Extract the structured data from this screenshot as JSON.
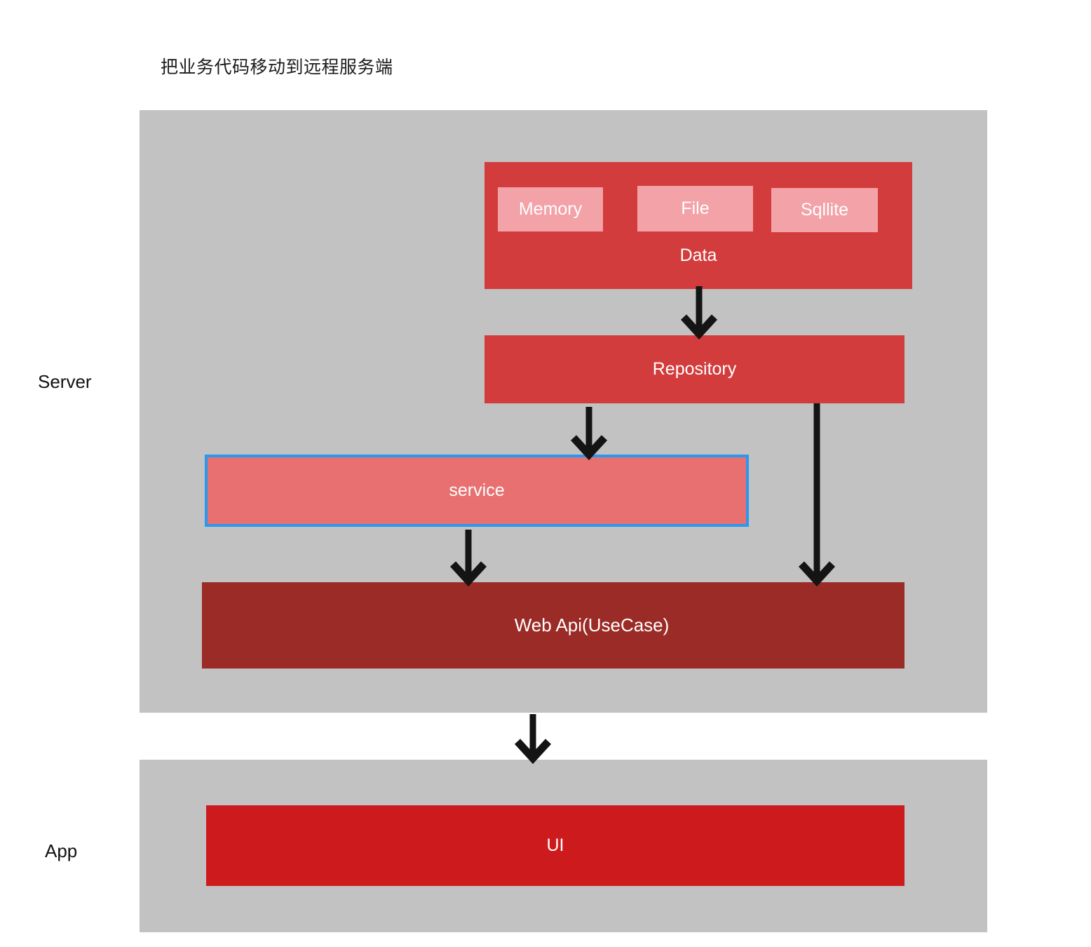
{
  "title": "把业务代码移动到远程服务端",
  "sections": {
    "server": {
      "label": "Server"
    },
    "app": {
      "label": "App"
    }
  },
  "nodes": {
    "data": {
      "label": "Data",
      "children": [
        {
          "label": "Memory"
        },
        {
          "label": "File"
        },
        {
          "label": "Sqllite"
        }
      ]
    },
    "repository": {
      "label": "Repository"
    },
    "service": {
      "label": "service",
      "selected": "true"
    },
    "web_api": {
      "label": "Web Api(UseCase)"
    },
    "ui": {
      "label": "UI"
    }
  },
  "colors": {
    "panel_gray": "#c2c2c2",
    "box_red": "#d33c3c",
    "sub_box_pink": "#f3a2a8",
    "service_fill": "#e87070",
    "selection_blue": "#2898f0",
    "web_api_maroon": "#9b2b26",
    "ui_red": "#cd1b1d",
    "arrow_black": "#141414"
  }
}
